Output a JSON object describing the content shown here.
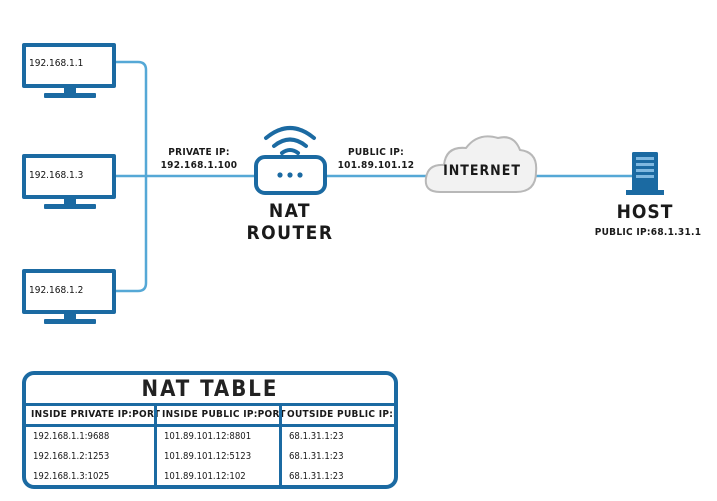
{
  "hosts": [
    {
      "ip": "192.168.1.1"
    },
    {
      "ip": "192.168.1.3"
    },
    {
      "ip": "192.168.1.2"
    }
  ],
  "router": {
    "name": "NAT ROUTER",
    "private_ip_label": "PRIVATE IP:",
    "private_ip": "192.168.1.100",
    "public_ip_label": "PUBLIC IP:",
    "public_ip": "101.89.101.12"
  },
  "internet": {
    "label": "INTERNET"
  },
  "host": {
    "name": "HOST",
    "public_ip": "PUBLIC IP:68.1.31.1"
  },
  "nat_table": {
    "title": "NAT TABLE",
    "headers": [
      "INSIDE PRIVATE IP:PORT",
      "INSIDE PUBLIC IP:PORT",
      "OUTSIDE PUBLIC IP:PORT"
    ],
    "rows": [
      [
        "192.168.1.1:9688",
        "101.89.101.12:8801",
        "68.1.31.1:23"
      ],
      [
        "192.168.1.2:1253",
        "101.89.101.12:5123",
        "68.1.31.1:23"
      ],
      [
        "192.168.1.3:1025",
        "101.89.101.12:102",
        "68.1.31.1:23"
      ]
    ]
  },
  "colors": {
    "line": "#55a8d6",
    "frame": "#1b6aa2",
    "device": "#1b6aa2"
  }
}
